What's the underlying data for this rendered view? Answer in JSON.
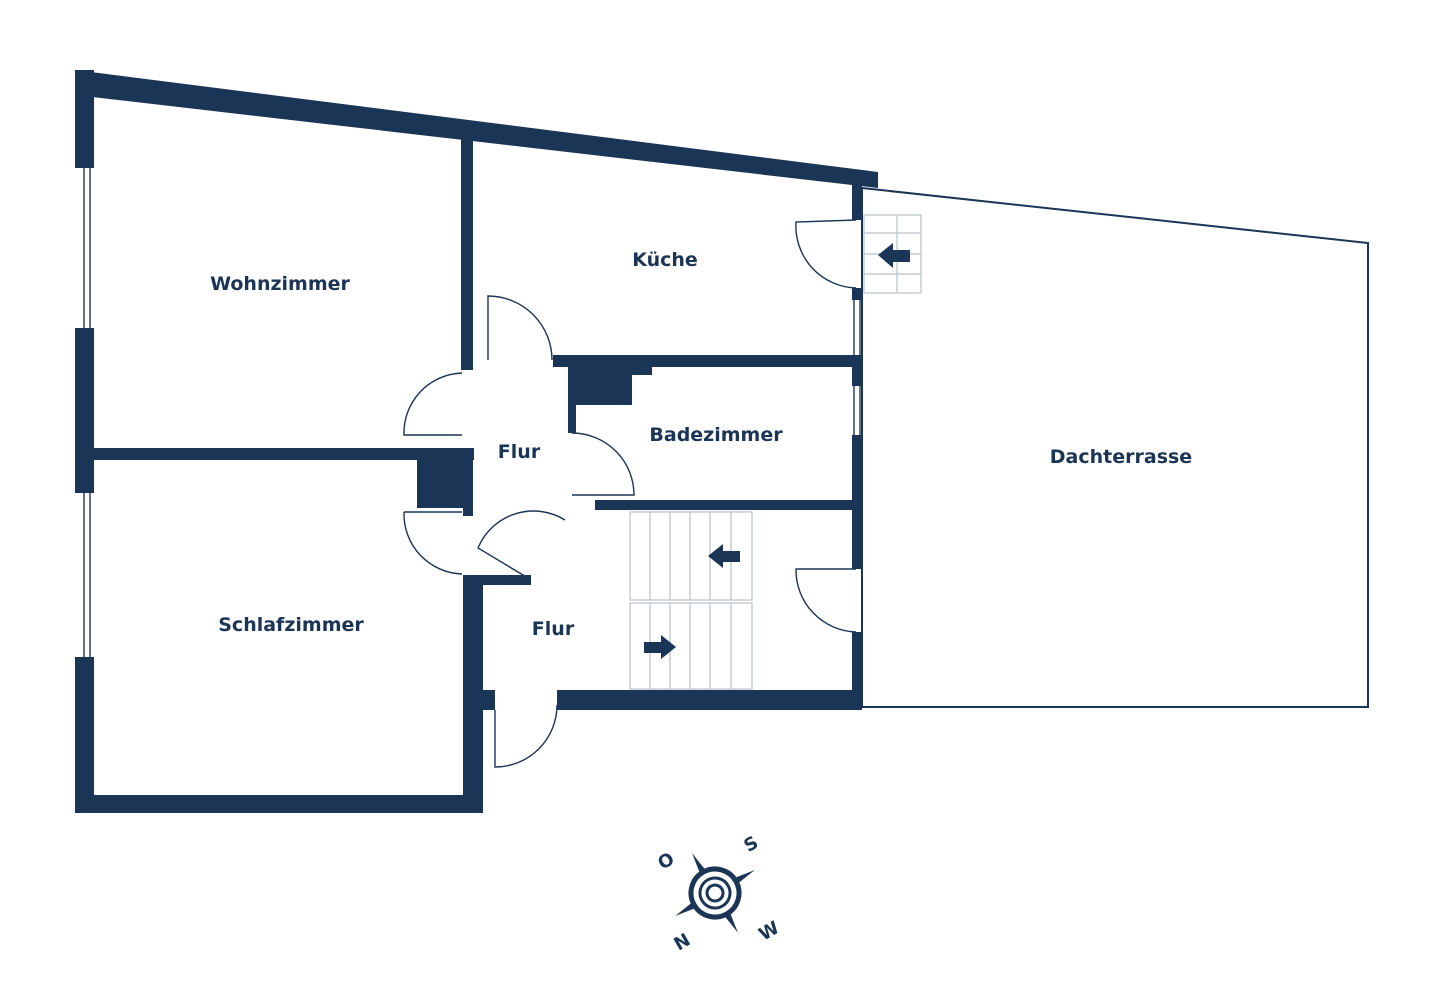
{
  "colors": {
    "wall": "#1b3556",
    "stair": "#b9c1cc",
    "background": "#ffffff"
  },
  "rooms": {
    "wohnzimmer": "Wohnzimmer",
    "kueche": "Küche",
    "flur_top": "Flur",
    "badezimmer": "Badezimmer",
    "dachterrasse": "Dachterrasse",
    "schlafzimmer": "Schlafzimmer",
    "flur_bottom": "Flur"
  },
  "compass": {
    "north": "N",
    "south": "S",
    "east": "O",
    "west": "W"
  },
  "icons": [
    "stair-arrow-icon",
    "compass-rose-icon"
  ]
}
